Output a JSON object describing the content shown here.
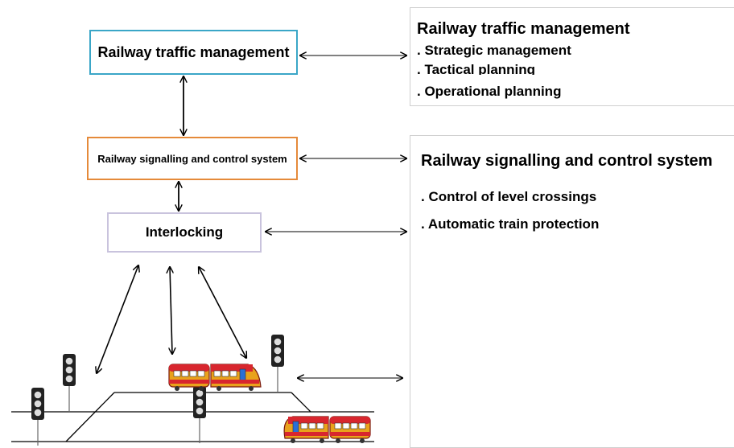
{
  "boxes": {
    "traffic_management": "Railway traffic management",
    "signalling_control": "Railway signalling and control system",
    "interlocking": "Interlocking"
  },
  "panel_traffic": {
    "title": "Railway traffic management",
    "items": [
      ". Strategic management",
      ". Tactical planning",
      ". Operational  planning"
    ]
  },
  "panel_signalling": {
    "title": "Railway signalling and control system",
    "items": [
      ". Control of level crossings",
      ". Automatic train protection"
    ]
  },
  "colors": {
    "traffic_box_border": "#3aa6c7",
    "signalling_box_border": "#e58a3a",
    "interlocking_box_border": "#c9c3dd",
    "train_red": "#d8262e",
    "train_yellow": "#e9a21c"
  }
}
